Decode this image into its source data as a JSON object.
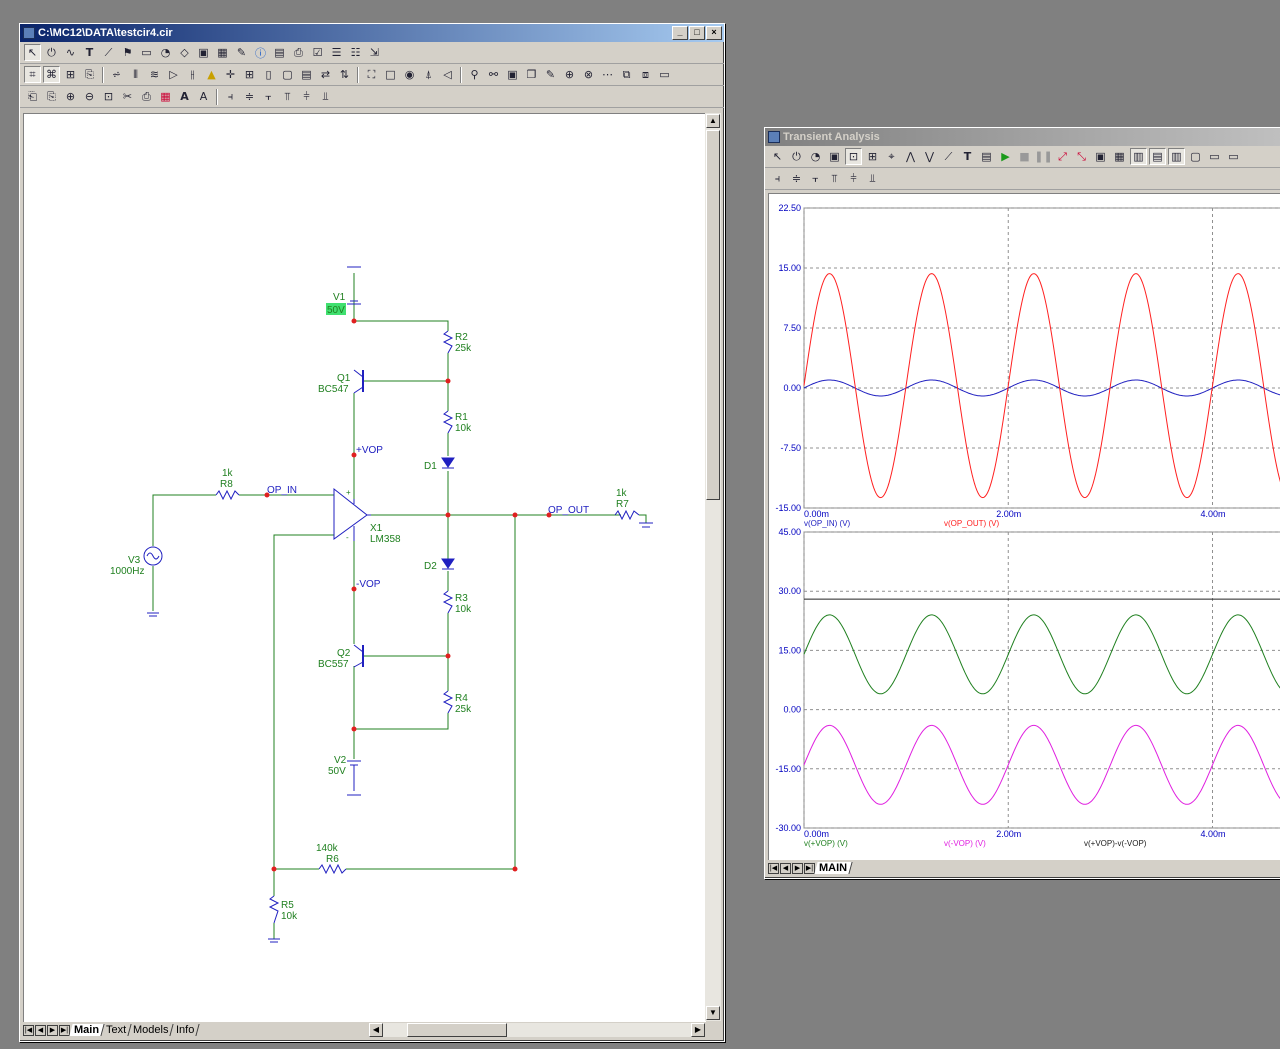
{
  "schematic_window": {
    "title": "C:\\MC12\\DATA\\testcir4.cir",
    "tabs": [
      "Main",
      "Text",
      "Models",
      "Info"
    ],
    "active_tab": "Main",
    "components": {
      "v1": {
        "name": "V1",
        "value": "50V"
      },
      "r2": {
        "name": "R2",
        "value": "25k"
      },
      "q1": {
        "name": "Q1",
        "value": "BC547"
      },
      "r1": {
        "name": "R1",
        "value": "10k"
      },
      "vop_pos": "+VOP",
      "d1": "D1",
      "r8": {
        "name": "R8",
        "value": "1k"
      },
      "op_in": "OP_IN",
      "x1": {
        "name": "X1",
        "value": "LM358"
      },
      "op_out": "OP_OUT",
      "r7": {
        "name": "R7",
        "value": "1k"
      },
      "v3": {
        "name": "V3",
        "value": "1000Hz"
      },
      "d2": "D2",
      "vop_neg": "-VOP",
      "r3": {
        "name": "R3",
        "value": "10k"
      },
      "q2": {
        "name": "Q2",
        "value": "BC557"
      },
      "r4": {
        "name": "R4",
        "value": "25k"
      },
      "v2": {
        "name": "V2",
        "value": "50V"
      },
      "r6": {
        "name": "R6",
        "value": "140k"
      },
      "r5": {
        "name": "R5",
        "value": "10k"
      }
    }
  },
  "analysis_window": {
    "title": "Transient Analysis",
    "tabs": [
      "MAIN"
    ],
    "active_tab": "MAIN",
    "colors": {
      "red": "#ff2020",
      "blue": "#2020c0",
      "green": "#208020",
      "magenta": "#e020e0",
      "axis_text": "#0000c0"
    },
    "chart_data": [
      {
        "type": "line",
        "y_ticks": [
          "22.50",
          "15.00",
          "7.50",
          "0.00",
          "-7.50",
          "-15.00"
        ],
        "x_ticks": [
          "0.00m",
          "2.00m",
          "4.00m"
        ],
        "ylim": [
          -15,
          22.5
        ],
        "xlim": [
          0,
          4.7
        ],
        "legend": [
          "v(OP_IN) (V)",
          "v(OP_OUT) (V)"
        ],
        "series": [
          {
            "name": "v(OP_IN) (V)",
            "color": "#2020c0",
            "amplitude": 1,
            "freq_khz": 1,
            "offset": 0
          },
          {
            "name": "v(OP_OUT) (V)",
            "color": "#ff2020",
            "amplitude": 14,
            "freq_khz": 1,
            "offset": 0.3
          }
        ]
      },
      {
        "type": "line",
        "y_ticks": [
          "45.00",
          "30.00",
          "15.00",
          "0.00",
          "-15.00",
          "-30.00"
        ],
        "x_ticks": [
          "0.00m",
          "2.00m",
          "4.00m"
        ],
        "ylim": [
          -30,
          45
        ],
        "xlim": [
          0,
          4.7
        ],
        "legend": [
          "v(+VOP) (V)",
          "v(-VOP) (V)",
          "v(+VOP)-v(-VOP)"
        ],
        "series": [
          {
            "name": "v(+VOP) (V)",
            "color": "#208020",
            "amplitude": 10,
            "freq_khz": 1,
            "offset": 14
          },
          {
            "name": "v(-VOP) (V)",
            "color": "#e020e0",
            "amplitude": 10,
            "freq_khz": 1,
            "offset": -14
          },
          {
            "name": "v(+VOP)-v(-VOP)",
            "color": "#202020",
            "amplitude": 0,
            "freq_khz": 1,
            "offset": 28
          }
        ]
      }
    ]
  }
}
